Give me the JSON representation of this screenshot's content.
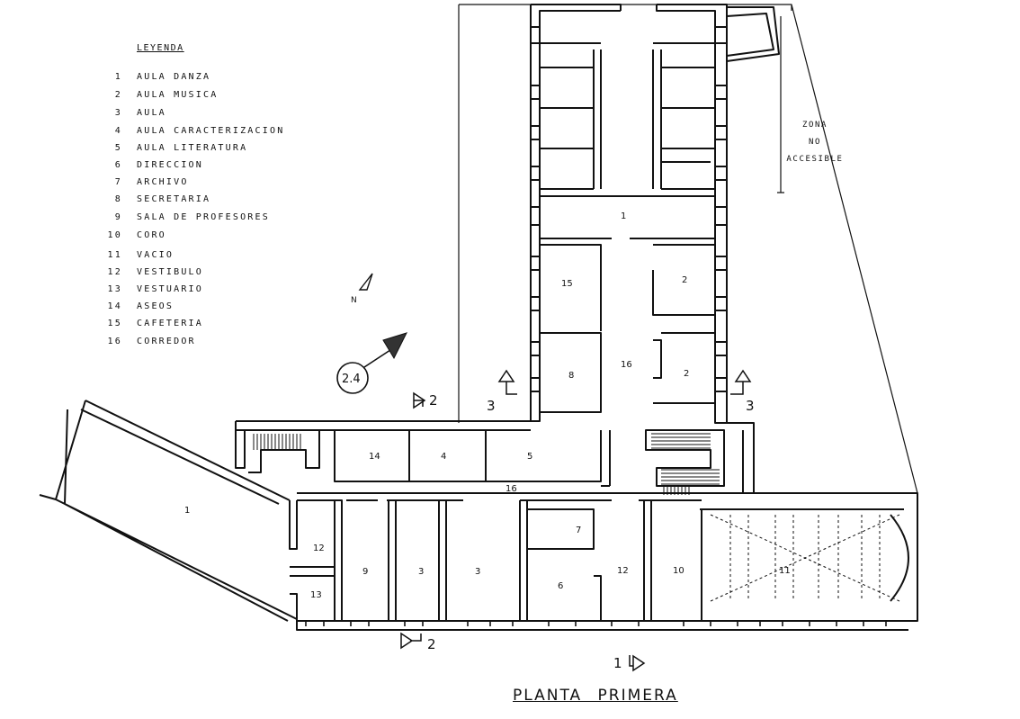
{
  "legend": {
    "title": "LEYENDA",
    "items": [
      {
        "num": "1",
        "label": "AULA DANZA"
      },
      {
        "num": "2",
        "label": "AULA MUSICA"
      },
      {
        "num": "3",
        "label": "AULA"
      },
      {
        "num": "4",
        "label": "AULA CARACTERIZACION"
      },
      {
        "num": "5",
        "label": "AULA LITERATURA"
      },
      {
        "num": "6",
        "label": "DIRECCION"
      },
      {
        "num": "7",
        "label": "ARCHIVO"
      },
      {
        "num": "8",
        "label": "SECRETARIA"
      },
      {
        "num": "9",
        "label": "SALA DE PROFESORES"
      },
      {
        "num": "10",
        "label": "CORO"
      },
      {
        "num": "11",
        "label": "VACIO"
      },
      {
        "num": "12",
        "label": "VESTIBULO"
      },
      {
        "num": "13",
        "label": "VESTUARIO"
      },
      {
        "num": "14",
        "label": "ASEOS"
      },
      {
        "num": "15",
        "label": "CAFETERIA"
      },
      {
        "num": "16",
        "label": "CORREDOR"
      }
    ]
  },
  "side_note": {
    "line1": "ZONA",
    "line2": "NO",
    "line3": "ACCESIBLE"
  },
  "north_label": "N",
  "view_ref": "2.4",
  "section_marks": {
    "s1": "1",
    "s2_top": "2",
    "s2_bottom": "2",
    "s3_left": "3",
    "s3_right": "3"
  },
  "rooms": {
    "r1_wing": "1",
    "r1_north": "1",
    "r2_a": "2",
    "r2_b": "2",
    "r3_a": "3",
    "r3_b": "3",
    "r4": "4",
    "r5": "5",
    "r6": "6",
    "r7": "7",
    "r8": "8",
    "r9": "9",
    "r10": "10",
    "r11": "11",
    "r12_a": "12",
    "r12_b": "12",
    "r13": "13",
    "r14": "14",
    "r15": "15",
    "r16_a": "16",
    "r16_b": "16"
  },
  "plan_title": "PLANTA PRIMERA"
}
